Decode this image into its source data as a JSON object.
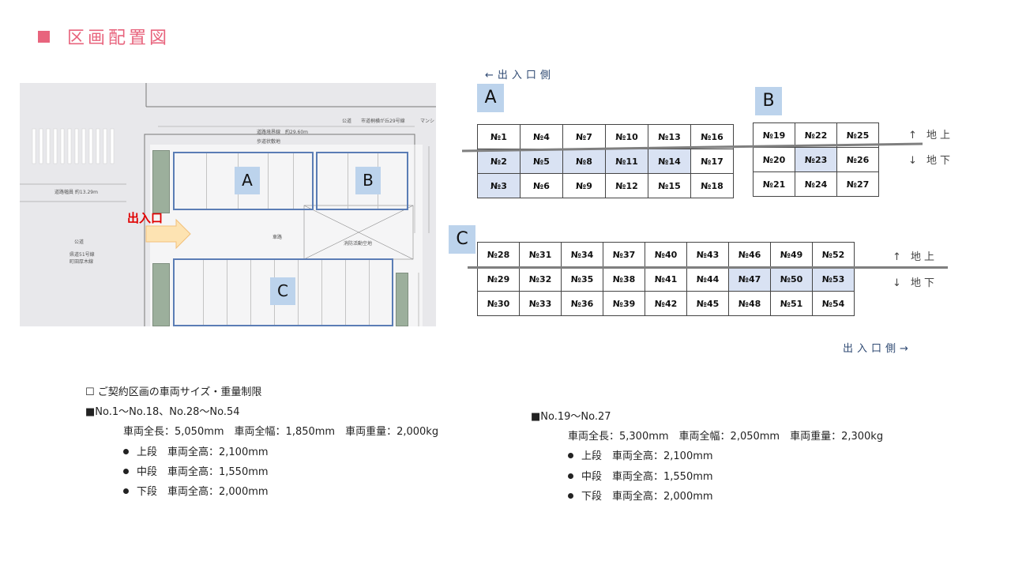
{
  "page": {
    "title": "区画配置図"
  },
  "colors": {
    "accent": "#e8647d",
    "highlight": "#d9e2f3",
    "label_bg": "#bcd3ec",
    "zone_border": "#5b7db5",
    "entrance_red": "#e00000"
  },
  "site_map": {
    "labels": {
      "a": "A",
      "b": "B",
      "c": "C",
      "entrance": "出入口"
    },
    "texts": {
      "park_top": "公道",
      "road_top": "市道桐横が丘29号線",
      "mansion": "マンシ",
      "road_boundary": "道路境界線　約29.60m",
      "sidewalk": "歩道状敷地",
      "road_width": "道路幅員 約13.29m",
      "park_left": "公道",
      "route": "県道51号線",
      "route2": "町田厚木線",
      "driveway": "車路",
      "fire_space": "消防活動空地"
    }
  },
  "grids": {
    "entrance_top": "←出入口側",
    "entrance_bottom": "出入口側→",
    "above_label": "↑ 地上",
    "below_label": "↓ 地下",
    "a": {
      "label": "A",
      "rows": [
        [
          "№1",
          "№4",
          "№7",
          "№10",
          "№13",
          "№16"
        ],
        [
          "№2",
          "№5",
          "№8",
          "№11",
          "№14",
          "№17"
        ],
        [
          "№3",
          "№6",
          "№9",
          "№12",
          "№15",
          "№18"
        ]
      ]
    },
    "b": {
      "label": "B",
      "rows": [
        [
          "№19",
          "№22",
          "№25"
        ],
        [
          "№20",
          "№23",
          "№26"
        ],
        [
          "№21",
          "№24",
          "№27"
        ]
      ]
    },
    "c": {
      "label": "C",
      "rows": [
        [
          "№28",
          "№31",
          "№34",
          "№37",
          "№40",
          "№43",
          "№46",
          "№49",
          "№52"
        ],
        [
          "№29",
          "№32",
          "№35",
          "№38",
          "№41",
          "№44",
          "№47",
          "№50",
          "№53"
        ],
        [
          "№30",
          "№33",
          "№36",
          "№39",
          "№42",
          "№45",
          "№48",
          "№51",
          "№54"
        ]
      ]
    }
  },
  "specs": {
    "heading": "☐ ご契約区画の車両サイズ・重量制限",
    "group1": {
      "title": "■No.1～No.18、No.28～No.54",
      "dims": "車両全長：5,050mm　車両全幅：1,850mm　車両重量：2,000kg",
      "upper": "上段　車両全高：2,100mm",
      "middle": "中段　車両全高：1,550mm",
      "lower": "下段　車両全高：2,000mm"
    },
    "group2": {
      "title": "■No.19～No.27",
      "dims": "車両全長：5,300mm　車両全幅：2,050mm　車両重量：2,300kg",
      "upper": "上段　車両全高：2,100mm",
      "middle": "中段　車両全高：1,550mm",
      "lower": "下段　車両全高：2,000mm"
    }
  }
}
